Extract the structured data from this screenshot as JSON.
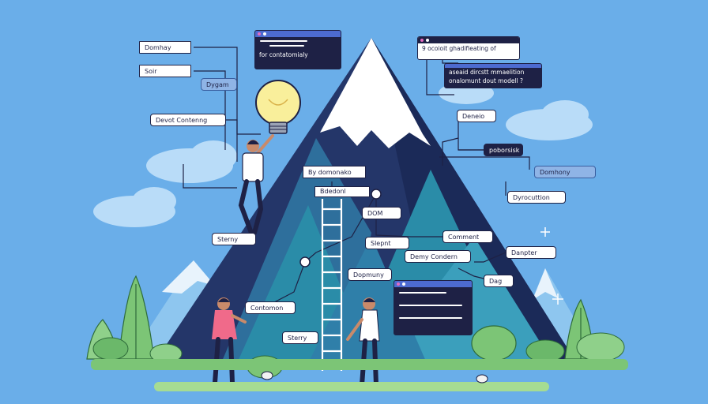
{
  "labels": {
    "l1": "Domhay",
    "l2": "Soir",
    "l3": "Dygam",
    "l4": "Devot Contenng",
    "l5": "By domonako",
    "l6": "Sterny",
    "l7": "DOM",
    "l8": "Slepnt",
    "l9": "Comment",
    "l10": "Demy Condern",
    "l11": "Dopmuny",
    "l12": "Contomon",
    "l13": "Sterry",
    "l14": "Deneio",
    "l15": "poborsisk",
    "l16": "Domhony",
    "l17": "Dyrocuttion",
    "l18": "Danpter",
    "l19": "Dag",
    "l20": "Bdedonl"
  },
  "windows": {
    "w1_text": "for contatomialy",
    "w2_text": "9 ocoioit ghadifieating of",
    "w3_line1": "aseaid dircstt mmaelition",
    "w3_line2": "onalomunt dout modell ?"
  },
  "colors": {
    "sky": "#6aaee9",
    "navy": "#1e2145",
    "teal": "#2a8ca8",
    "snow": "#ffffff",
    "grass": "#7cc576",
    "bulb": "#f9ef9b",
    "shirt_pink": "#f06a8a"
  },
  "icons": [
    "light-bulb-icon",
    "ladder-icon",
    "sparkle-icon"
  ]
}
